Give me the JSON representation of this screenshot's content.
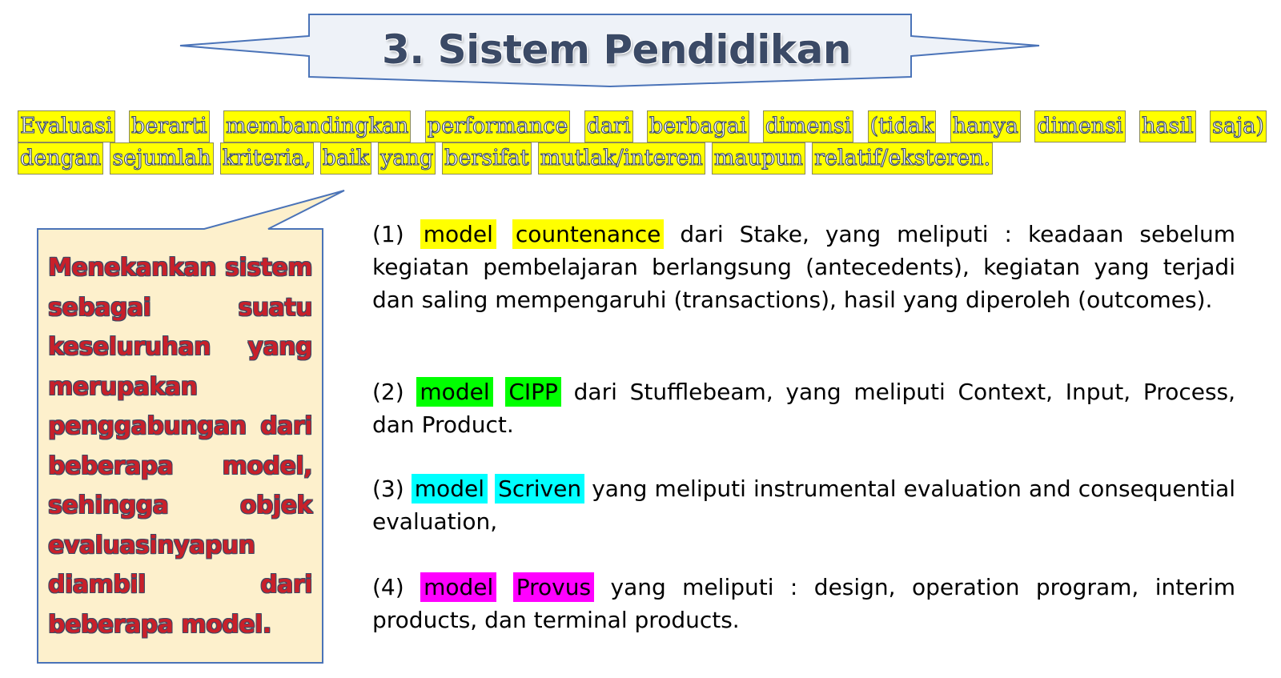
{
  "title": "3. Sistem Pendidikan",
  "definition": {
    "line1": [
      "Evaluasi",
      "berarti",
      "membandingkan",
      "performance",
      "dari",
      "berbagai",
      "dimensi",
      "(tidak",
      "hanya",
      "dimensi",
      "hasil",
      "saja)"
    ],
    "line2": [
      "dengan",
      "sejumlah",
      "kriteria,",
      "baik",
      "yang",
      "bersifat",
      "mutlak/interen",
      "maupun",
      "relatif/eksteren."
    ]
  },
  "callout": {
    "text": "Menekankan sistem sebagai suatu keseluruhan yang merupakan penggabungan dari beberapa model, sehingga objek evaluasinyapun diambil dari beberapa model."
  },
  "models": [
    {
      "num": "(1)",
      "hl1": "model",
      "hl2": "countenance",
      "text": "dari Stake, yang meliputi : keadaan sebelum kegiatan pembelajaran berlangsung (antecedents), kegiatan yang terjadi dan saling mempengaruhi (transactions), hasil yang diperoleh (outcomes).",
      "color": "#ffff00"
    },
    {
      "num": "(2)",
      "hl1": "model",
      "hl2": "CIPP",
      "text": "dari Stufflebeam, yang meliputi Context, Input, Process, dan Product.",
      "color": "#00ff00"
    },
    {
      "num": "(3)",
      "hl1": "model",
      "hl2": "Scriven",
      "text": "yang meliputi instrumental evaluation and consequential evaluation,",
      "color": "#00ffff"
    },
    {
      "num": "(4)",
      "hl1": "model",
      "hl2": "Provus",
      "text": "yang meliputi : design, operation program, interim products, dan terminal products.",
      "color": "#ff00ff"
    }
  ],
  "colors": {
    "banner_fill": "#eef2f8",
    "banner_stroke": "#4a73b8",
    "callout_fill": "#fdf0cc",
    "callout_stroke": "#4a73b8",
    "title_text": "#3b4a66",
    "callout_text": "#c8202a"
  }
}
